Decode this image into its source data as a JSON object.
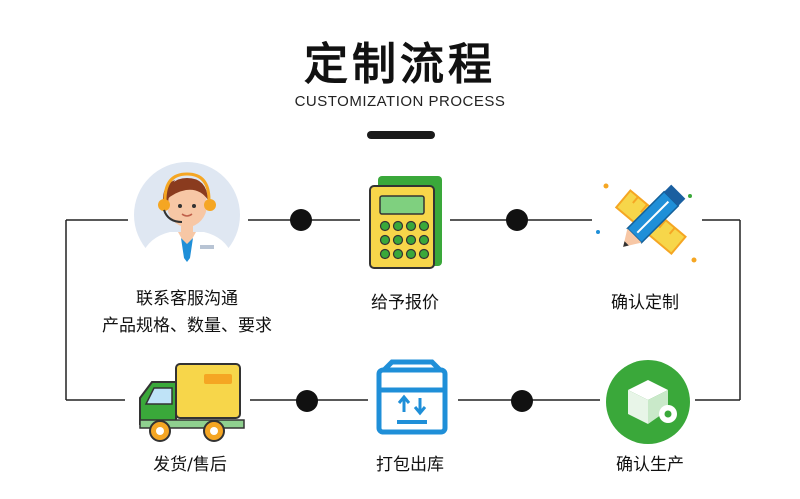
{
  "title": "定制流程",
  "subtitle": "CUSTOMIZATION PROCESS",
  "steps": [
    {
      "label": "联系客服沟通",
      "label2": "产品规格、数量、要求",
      "icon": "customer-service-icon"
    },
    {
      "label": "给予报价",
      "icon": "calculator-icon"
    },
    {
      "label": "确认定制",
      "icon": "pencil-ruler-icon"
    },
    {
      "label": "确认生产",
      "icon": "production-box-icon"
    },
    {
      "label": "打包出库",
      "icon": "package-box-icon"
    },
    {
      "label": "发货/售后",
      "icon": "delivery-truck-icon"
    }
  ],
  "colors": {
    "line": "#222222",
    "accent_yellow": "#f7d64a",
    "accent_green": "#3aa83a",
    "accent_blue": "#1f8fd8",
    "accent_orange": "#f5a623"
  }
}
